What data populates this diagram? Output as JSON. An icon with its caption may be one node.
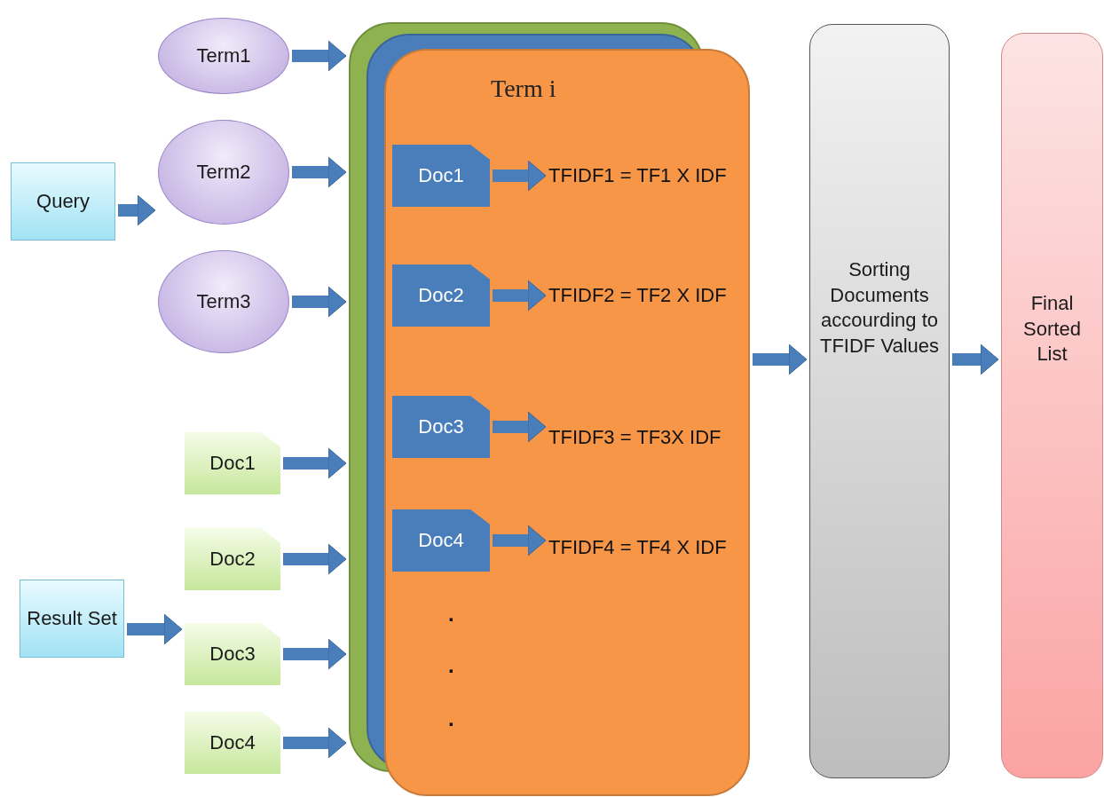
{
  "diagram": {
    "nodes": [
      {
        "text": [
          "Query"
        ]
      },
      {
        "text": [
          "Term1"
        ]
      },
      {
        "text": [
          "Term2"
        ]
      },
      {
        "text": [
          "Term3"
        ]
      },
      {
        "text": [
          "Result Set"
        ]
      },
      {
        "text": [
          "Doc1"
        ]
      },
      {
        "text": [
          "Doc2"
        ]
      },
      {
        "text": [
          "Doc3"
        ]
      },
      {
        "text": [
          "Doc4"
        ]
      },
      {
        "text": [
          "Term i"
        ]
      },
      {
        "text": [
          "Doc1"
        ],
        "in": 9
      },
      {
        "text": [
          "TFIDF1 = TF1 X IDF"
        ],
        "in": 9
      },
      {
        "text": [
          "Doc2"
        ],
        "in": 9
      },
      {
        "text": [
          "TFIDF2 = TF2 X IDF"
        ],
        "in": 9
      },
      {
        "text": [
          "Doc3"
        ],
        "in": 9
      },
      {
        "text": [
          "TFIDF3 = TF3X IDF"
        ],
        "in": 9
      },
      {
        "text": [
          "Doc4"
        ],
        "in": 9
      },
      {
        "text": [
          "TFIDF4 = TF4 X IDF"
        ],
        "in": 9
      },
      {
        "text": [
          "Sorting Documents accourding to TFIDF Values"
        ]
      },
      {
        "text": [
          "Final Sorted List"
        ]
      }
    ],
    "edges": [
      {
        "from": 0,
        "to": 2,
        "arrow": "to"
      },
      {
        "from": 4,
        "to": 7,
        "arrow": "to"
      },
      {
        "from": 1,
        "to": 9,
        "arrow": "to"
      },
      {
        "from": 2,
        "to": 9,
        "arrow": "to"
      },
      {
        "from": 3,
        "to": 9,
        "arrow": "to"
      },
      {
        "from": 5,
        "to": 9,
        "arrow": "to"
      },
      {
        "from": 6,
        "to": 9,
        "arrow": "to"
      },
      {
        "from": 7,
        "to": 9,
        "arrow": "to"
      },
      {
        "from": 8,
        "to": 9,
        "arrow": "to"
      },
      {
        "from": 10,
        "to": 11,
        "arrow": "to"
      },
      {
        "from": 12,
        "to": 13,
        "arrow": "to"
      },
      {
        "from": 14,
        "to": 15,
        "arrow": "to"
      },
      {
        "from": 16,
        "to": 17,
        "arrow": "to"
      },
      {
        "from": 9,
        "to": 18,
        "arrow": "to"
      },
      {
        "from": 18,
        "to": 19,
        "arrow": "to"
      }
    ],
    "labels": [
      ".",
      ".",
      "."
    ]
  }
}
